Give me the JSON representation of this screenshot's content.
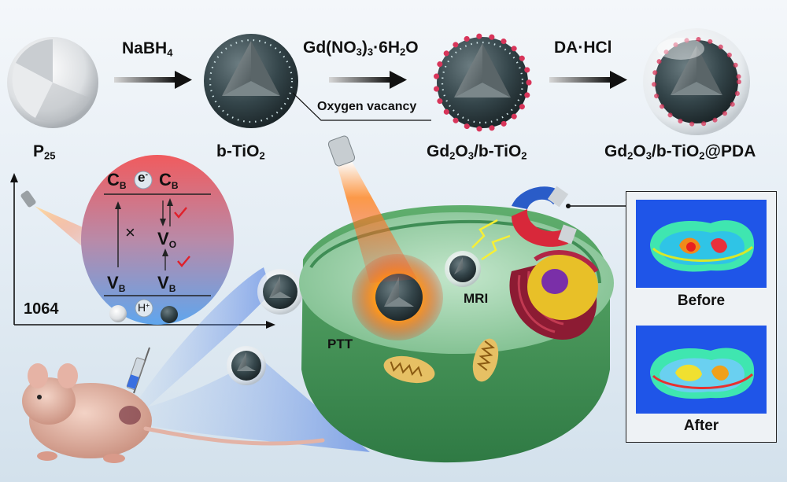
{
  "reaction_scheme": {
    "reagents": {
      "step1": "NaBH4",
      "step2": "Gd(NO3)3·6H2O",
      "step3": "DA·HCl"
    },
    "products": {
      "p25": "P25",
      "btio2": "b-TiO2",
      "gd_btio2": "Gd2O3/b-TiO2",
      "gd_btio2_pda": "Gd2O3/b-TiO2@PDA"
    },
    "annotation": "Oxygen vacancy"
  },
  "band_diagram": {
    "cb_left": "C",
    "cb_left_sub": "B",
    "electron": "e",
    "electron_sup": "-",
    "cb_right": "C",
    "cb_right_sub": "B",
    "vo": "V",
    "vo_sub": "O",
    "vb_left": "V",
    "vb_left_sub": "B",
    "vb_right": "V",
    "vb_right_sub": "B",
    "blocked_mark": "×",
    "hole": "H",
    "hole_sup": "+",
    "wavelength": "1064"
  },
  "cell_scene": {
    "ptt_label": "PTT",
    "mri_label": "MRI"
  },
  "mri_panel": {
    "before_label": "Before",
    "after_label": "After"
  },
  "colors": {
    "particle": "#2f3d42",
    "gd_dots": "#d8355a",
    "cell": "#4d9c5f",
    "ellipse_top": "#e85a66",
    "ellipse_bottom": "#5aa0e8",
    "laser": "#ff6a1a",
    "mri_bg": "#1f55e8"
  }
}
